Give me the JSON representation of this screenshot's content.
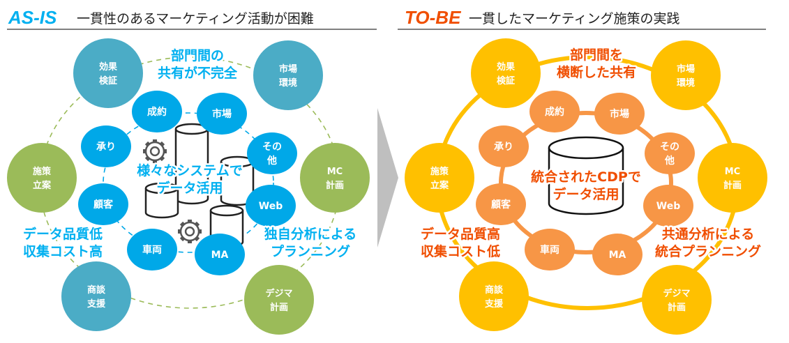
{
  "colors": {
    "asis_accent": "#00b0f0",
    "tobe_accent": "#f04e00",
    "teal": "#4bacc6",
    "green": "#9bbb59",
    "blue": "#00a8e8",
    "yellow": "#ffc000",
    "orange": "#f79646",
    "arrow": "#bfbfbf"
  },
  "asis": {
    "key": "AS-IS",
    "subtitle": "一貫性のあるマーケティング活動が困難",
    "outer_nodes": [
      {
        "lines": [
          "効果",
          "検証"
        ],
        "color": "teal"
      },
      {
        "lines": [
          "市場",
          "環境"
        ],
        "color": "teal"
      },
      {
        "lines": [
          "施策",
          "立案"
        ],
        "color": "green"
      },
      {
        "lines": [
          "MC",
          "計画"
        ],
        "color": "green"
      },
      {
        "lines": [
          "商談",
          "支援"
        ],
        "color": "teal"
      },
      {
        "lines": [
          "デジマ",
          "計画"
        ],
        "color": "green"
      }
    ],
    "inner_nodes": [
      {
        "lines": [
          "成約"
        ]
      },
      {
        "lines": [
          "市場"
        ]
      },
      {
        "lines": [
          "承り"
        ]
      },
      {
        "lines": [
          "その",
          "他"
        ]
      },
      {
        "lines": [
          "顧客"
        ]
      },
      {
        "lines": [
          "Web"
        ]
      },
      {
        "lines": [
          "車両"
        ]
      },
      {
        "lines": [
          "MA"
        ]
      }
    ],
    "callout_top": [
      "部門間の",
      "共有が不完全"
    ],
    "callout_center": [
      "様々なシステムで",
      "データ活用"
    ],
    "callout_left": [
      "データ品質低",
      "収集コスト高"
    ],
    "callout_right": [
      "独自分析による",
      "プランニング"
    ]
  },
  "tobe": {
    "key": "TO-BE",
    "subtitle": "一貫したマーケティング施策の実践",
    "outer_nodes": [
      {
        "lines": [
          "効果",
          "検証"
        ]
      },
      {
        "lines": [
          "市場",
          "環境"
        ]
      },
      {
        "lines": [
          "施策",
          "立案"
        ]
      },
      {
        "lines": [
          "MC",
          "計画"
        ]
      },
      {
        "lines": [
          "商談",
          "支援"
        ]
      },
      {
        "lines": [
          "デジマ",
          "計画"
        ]
      }
    ],
    "inner_nodes": [
      {
        "lines": [
          "成約"
        ]
      },
      {
        "lines": [
          "市場"
        ]
      },
      {
        "lines": [
          "承り"
        ]
      },
      {
        "lines": [
          "その",
          "他"
        ]
      },
      {
        "lines": [
          "顧客"
        ]
      },
      {
        "lines": [
          "Web"
        ]
      },
      {
        "lines": [
          "車両"
        ]
      },
      {
        "lines": [
          "MA"
        ]
      }
    ],
    "callout_top": [
      "部門間を",
      "横断した共有"
    ],
    "callout_center": [
      "統合されたCDPで",
      "データ活用"
    ],
    "callout_left": [
      "データ品質高",
      "収集コスト低"
    ],
    "callout_right": [
      "共通分析による",
      "統合プランニング"
    ]
  }
}
